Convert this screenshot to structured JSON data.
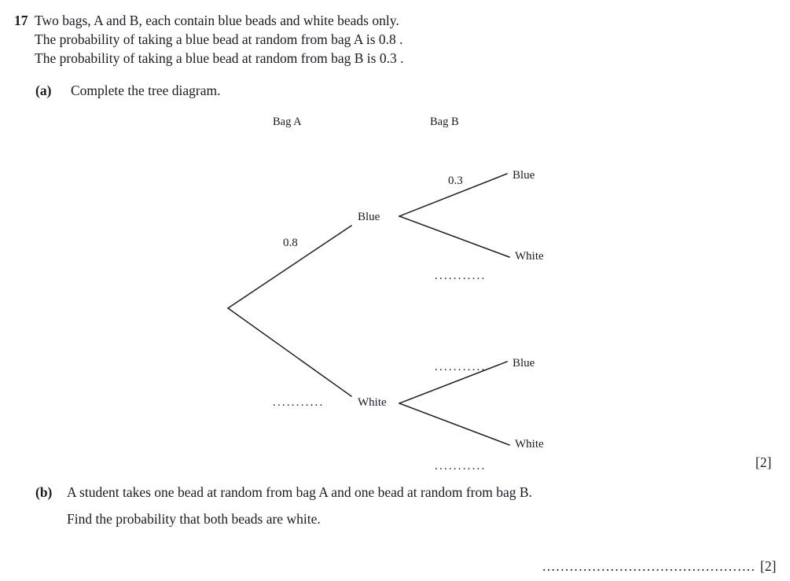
{
  "question": {
    "number": "17",
    "lines": [
      "Two bags, A and B, each contain blue beads and white beads only.",
      "The probability of taking a blue bead at random from bag A is 0.8 .",
      "The probability of taking a blue bead at random from bag B is 0.3 ."
    ]
  },
  "part_a": {
    "label": "(a)",
    "text": "Complete the tree diagram.",
    "marks": "[2]"
  },
  "part_b": {
    "label": "(b)",
    "text_line1": "A student takes one bead at random from bag A and one bead at random from bag B.",
    "text_line2": "Find the probability that both beads are white.",
    "marks": "[2]",
    "answer_line": "..............................................."
  },
  "tree": {
    "headers": {
      "bag_a": "Bag A",
      "bag_b": "Bag B"
    },
    "nodes": {
      "level1_blue": "Blue",
      "level1_white": "White",
      "blue_blue": "Blue",
      "blue_white": "White",
      "white_blue": "Blue",
      "white_white": "White"
    },
    "probabilities": {
      "a_blue": "0.8",
      "a_white": "...........",
      "b_blue_given_blue": "0.3",
      "b_white_given_blue": "...........",
      "b_blue_given_white": "...........",
      "b_white_given_white": "..........."
    }
  },
  "colors": {
    "ink": "#1a1a24",
    "page": "#ffffff"
  }
}
